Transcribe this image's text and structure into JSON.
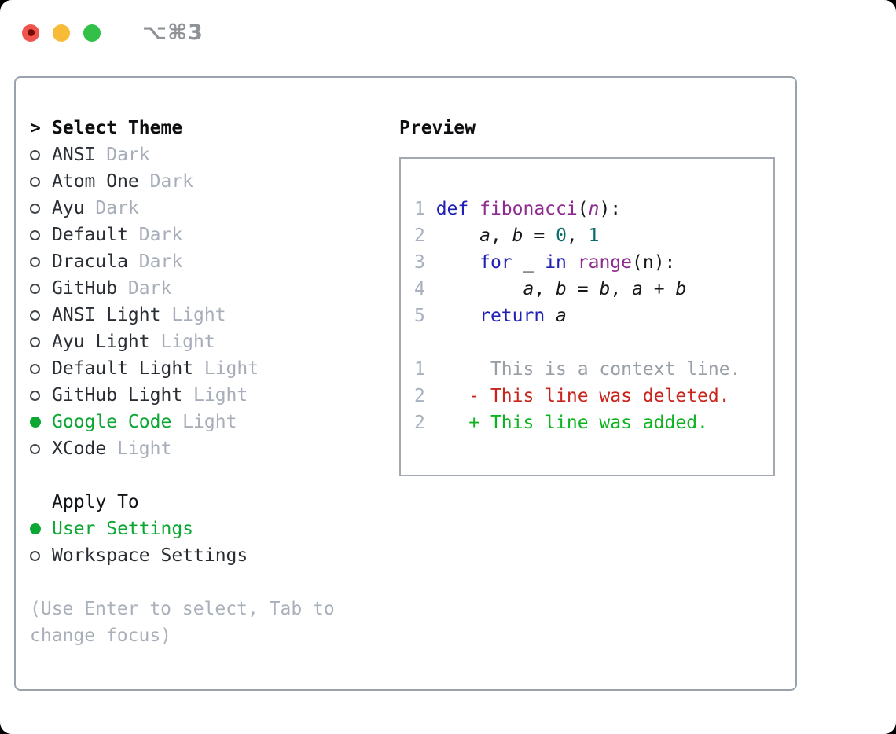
{
  "window": {
    "title": "⌥⌘3",
    "traffic_lights": {
      "close": "close-button",
      "minimize": "minimize-button",
      "zoom": "zoom-button"
    }
  },
  "theme_list": {
    "header_marker": ">",
    "header": "Select Theme",
    "items": [
      {
        "label": "ANSI",
        "suffix": "Dark",
        "selected": false
      },
      {
        "label": "Atom One",
        "suffix": "Dark",
        "selected": false
      },
      {
        "label": "Ayu",
        "suffix": "Dark",
        "selected": false
      },
      {
        "label": "Default",
        "suffix": "Dark",
        "selected": false
      },
      {
        "label": "Dracula",
        "suffix": "Dark",
        "selected": false
      },
      {
        "label": "GitHub",
        "suffix": "Dark",
        "selected": false
      },
      {
        "label": "ANSI Light",
        "suffix": "Light",
        "selected": false
      },
      {
        "label": "Ayu Light",
        "suffix": "Light",
        "selected": false
      },
      {
        "label": "Default Light",
        "suffix": "Light",
        "selected": false
      },
      {
        "label": "GitHub Light",
        "suffix": "Light",
        "selected": false
      },
      {
        "label": "Google Code",
        "suffix": "Light",
        "selected": true
      },
      {
        "label": "XCode",
        "suffix": "Light",
        "selected": false
      }
    ]
  },
  "apply_to": {
    "header": "Apply To",
    "options": [
      {
        "label": "User Settings",
        "selected": true
      },
      {
        "label": "Workspace Settings",
        "selected": false
      }
    ]
  },
  "help_text": "(Use Enter to select, Tab to change focus)",
  "preview": {
    "title": "Preview",
    "code_lines": [
      {
        "num": "1",
        "segments": [
          {
            "t": "def ",
            "c": "kw"
          },
          {
            "t": "fibonacci",
            "c": "fn"
          },
          {
            "t": "(",
            "c": "pl"
          },
          {
            "t": "n",
            "c": "param"
          },
          {
            "t": "):",
            "c": "pl"
          }
        ]
      },
      {
        "num": "2",
        "segments": [
          {
            "t": "    ",
            "c": "pl"
          },
          {
            "t": "a",
            "c": "var"
          },
          {
            "t": ", ",
            "c": "pl"
          },
          {
            "t": "b",
            "c": "var"
          },
          {
            "t": " = ",
            "c": "pl"
          },
          {
            "t": "0",
            "c": "lit"
          },
          {
            "t": ", ",
            "c": "pl"
          },
          {
            "t": "1",
            "c": "lit"
          }
        ]
      },
      {
        "num": "3",
        "segments": [
          {
            "t": "    ",
            "c": "pl"
          },
          {
            "t": "for",
            "c": "kw"
          },
          {
            "t": " _ ",
            "c": "pl"
          },
          {
            "t": "in",
            "c": "kw"
          },
          {
            "t": " ",
            "c": "pl"
          },
          {
            "t": "range",
            "c": "fn"
          },
          {
            "t": "(n):",
            "c": "pl"
          }
        ]
      },
      {
        "num": "4",
        "segments": [
          {
            "t": "        ",
            "c": "pl"
          },
          {
            "t": "a",
            "c": "var"
          },
          {
            "t": ", ",
            "c": "pl"
          },
          {
            "t": "b",
            "c": "var"
          },
          {
            "t": " = ",
            "c": "pl"
          },
          {
            "t": "b",
            "c": "var"
          },
          {
            "t": ", ",
            "c": "pl"
          },
          {
            "t": "a",
            "c": "var"
          },
          {
            "t": " + ",
            "c": "pl"
          },
          {
            "t": "b",
            "c": "var"
          }
        ]
      },
      {
        "num": "5",
        "segments": [
          {
            "t": "    ",
            "c": "pl"
          },
          {
            "t": "return",
            "c": "kw"
          },
          {
            "t": " ",
            "c": "pl"
          },
          {
            "t": "a",
            "c": "var"
          }
        ]
      },
      {
        "num": "",
        "segments": []
      },
      {
        "num": "1",
        "segments": [
          {
            "t": "     This is a context line.",
            "c": "ctx"
          }
        ]
      },
      {
        "num": "2",
        "segments": [
          {
            "t": "   - This line was deleted.",
            "c": "del"
          }
        ]
      },
      {
        "num": "2",
        "segments": [
          {
            "t": "   + This line was added.",
            "c": "add"
          }
        ]
      }
    ]
  },
  "colors": {
    "selection_green": "#0ca733",
    "diff_added": "#0eb320",
    "diff_deleted": "#c9251d",
    "keyword_blue": "#1f1fb4",
    "function_purple": "#8e2b8e",
    "literal_teal": "#0b6b6b",
    "muted_gray": "#a7aeb9",
    "panel_border": "#9aa2ac",
    "traffic_red": "#f0544c",
    "traffic_yellow": "#f8bb37",
    "traffic_green": "#33c048"
  }
}
